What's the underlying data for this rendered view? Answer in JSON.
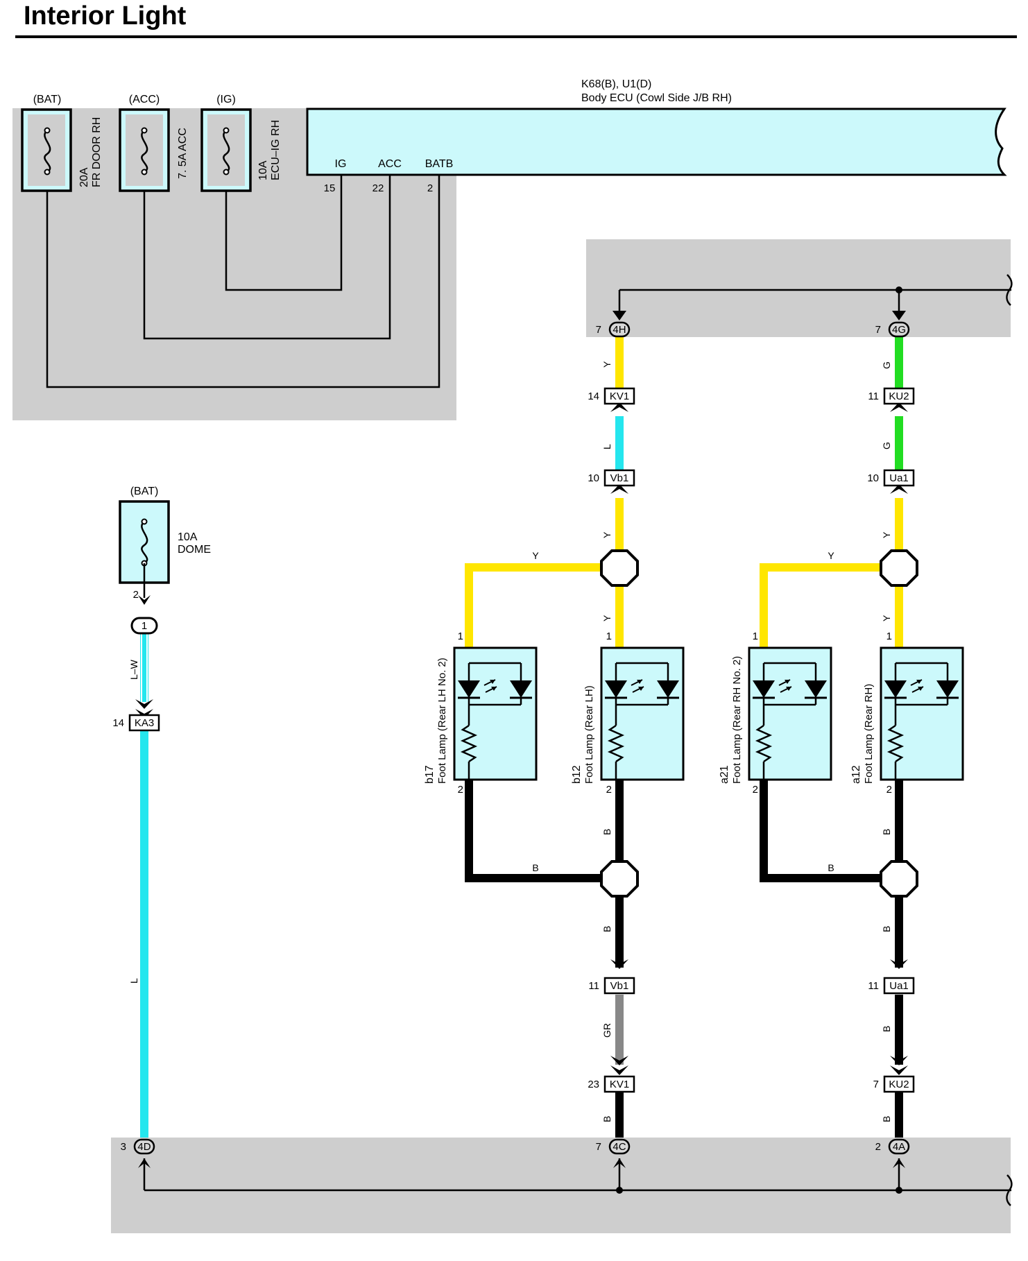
{
  "title": "Interior Light",
  "colors": {
    "Y": "#ffe600",
    "G": "#22dd22",
    "L": "#25e6ee",
    "B": "#000000",
    "GR": "#888888",
    "panel": "#cecece",
    "box": "#ccf9fb"
  },
  "ecu": {
    "name": "K68(B), U1(D)",
    "desc": "Body ECU (Cowl Side J/B RH)",
    "pins": [
      {
        "label": "IG",
        "num": "15"
      },
      {
        "label": "ACC",
        "num": "22"
      },
      {
        "label": "BATB",
        "num": "2"
      }
    ]
  },
  "fuses_top": [
    {
      "source": "(BAT)",
      "rating": "20A",
      "name": "FR DOOR RH"
    },
    {
      "source": "(ACC)",
      "rating": "7. 5A ACC",
      "name": ""
    },
    {
      "source": "(IG)",
      "rating": "10A",
      "name": "ECU–IG RH"
    }
  ],
  "fuse_dome": {
    "source": "(BAT)",
    "rating": "10A",
    "name": "DOME",
    "pin": "2"
  },
  "junctions_top": [
    {
      "pin": "7",
      "label": "4H"
    },
    {
      "pin": "7",
      "label": "4G"
    }
  ],
  "junctions_bottom": [
    {
      "pin": "3",
      "label": "4D"
    },
    {
      "pin": "7",
      "label": "4C"
    },
    {
      "pin": "2",
      "label": "4A"
    }
  ],
  "connectors": {
    "kv1_top": {
      "pin": "14",
      "label": "KV1"
    },
    "vb1_top": {
      "pin": "10",
      "label": "Vb1"
    },
    "ku2_top": {
      "pin": "11",
      "label": "KU2"
    },
    "ua1_top": {
      "pin": "10",
      "label": "Ua1"
    },
    "dome_j": {
      "label": "1"
    },
    "ka3": {
      "pin": "14",
      "label": "KA3"
    },
    "vb1_bot": {
      "pin": "11",
      "label": "Vb1"
    },
    "kv1_bot": {
      "pin": "23",
      "label": "KV1"
    },
    "ua1_bot": {
      "pin": "11",
      "label": "Ua1"
    },
    "ku2_bot": {
      "pin": "7",
      "label": "KU2"
    }
  },
  "lamps": [
    {
      "code": "b17",
      "name": "Foot Lamp (Rear LH No. 2)",
      "pin1": "1",
      "pin2": "2"
    },
    {
      "code": "b12",
      "name": "Foot Lamp (Rear LH)",
      "pin1": "1",
      "pin2": "2"
    },
    {
      "code": "a21",
      "name": "Foot Lamp (Rear RH No. 2)",
      "pin1": "1",
      "pin2": "2"
    },
    {
      "code": "a12",
      "name": "Foot Lamp (Rear RH)",
      "pin1": "1",
      "pin2": "2"
    }
  ],
  "wire_labels": {
    "w1": "Y",
    "w2": "L",
    "w3": "Y",
    "w4": "Y",
    "w5": "Y",
    "w6": "G",
    "w7": "G",
    "w8": "Y",
    "w9": "Y",
    "w10": "Y",
    "w11": "L–W",
    "w12": "L",
    "w13": "B",
    "w14": "B",
    "w15": "B",
    "w16": "GR",
    "w17": "B",
    "w18": "B",
    "w19": "B",
    "w20": "B",
    "w21": "B",
    "w22": "B"
  }
}
